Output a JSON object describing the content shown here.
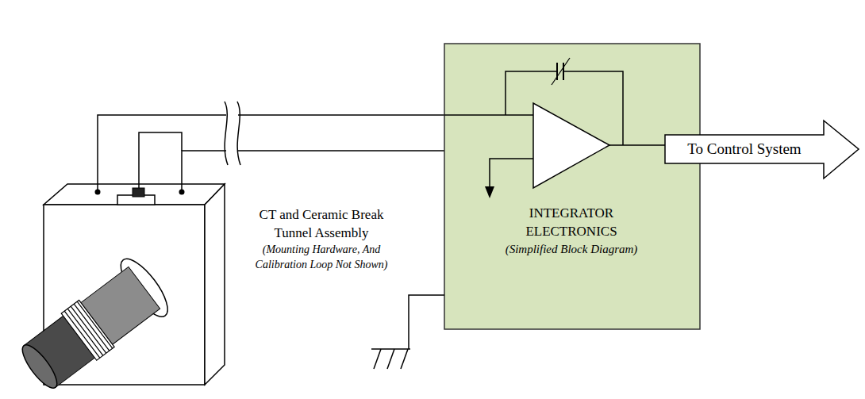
{
  "diagram": {
    "nodes": [
      {
        "text": [
          "CT and Ceramic Break Tunnel Assembly",
          "(Mounting Hardware, And Calibration Loop Not Shown)"
        ]
      },
      {
        "text": [
          "INTEGRATOR ELECTRONICS",
          "(Simplified Block Diagram)"
        ]
      },
      {
        "text": [
          "To Control System"
        ]
      }
    ],
    "edges": [
      {
        "from": 0,
        "to": 1,
        "arrow": "none"
      },
      {
        "from": 0,
        "to": 1,
        "arrow": "none"
      }
    ]
  }
}
